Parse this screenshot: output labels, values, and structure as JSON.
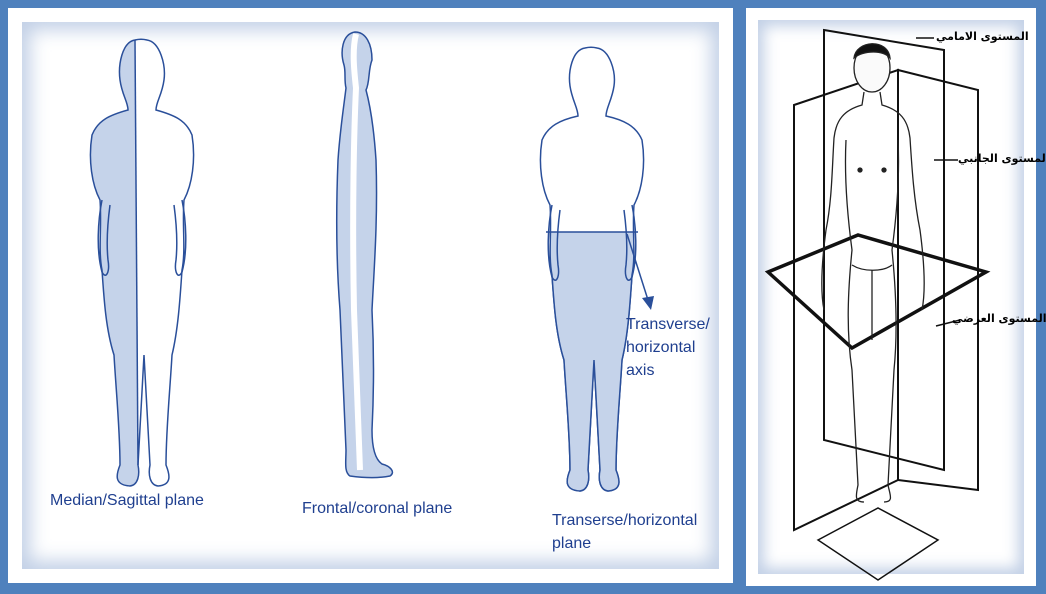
{
  "labels": {
    "sagittal": "Median/Sagittal plane",
    "frontal": "Frontal/coronal plane",
    "transverse_line1": "Transerse/horizontal",
    "transverse_line2": "plane",
    "axis_line1": "Transverse/",
    "axis_line2": "horizontal",
    "axis_line3": "axis"
  },
  "arabic_labels": {
    "frontal_plane": "المستوى الامامي",
    "sagittal_plane": "المستوى الجانبي",
    "transverse_plane": "المستوى العرضي"
  },
  "colors": {
    "frame": "#4f81bd",
    "outline": "#2a4f9a",
    "fill": "#c5d3ea",
    "label": "#1f3f8f"
  }
}
